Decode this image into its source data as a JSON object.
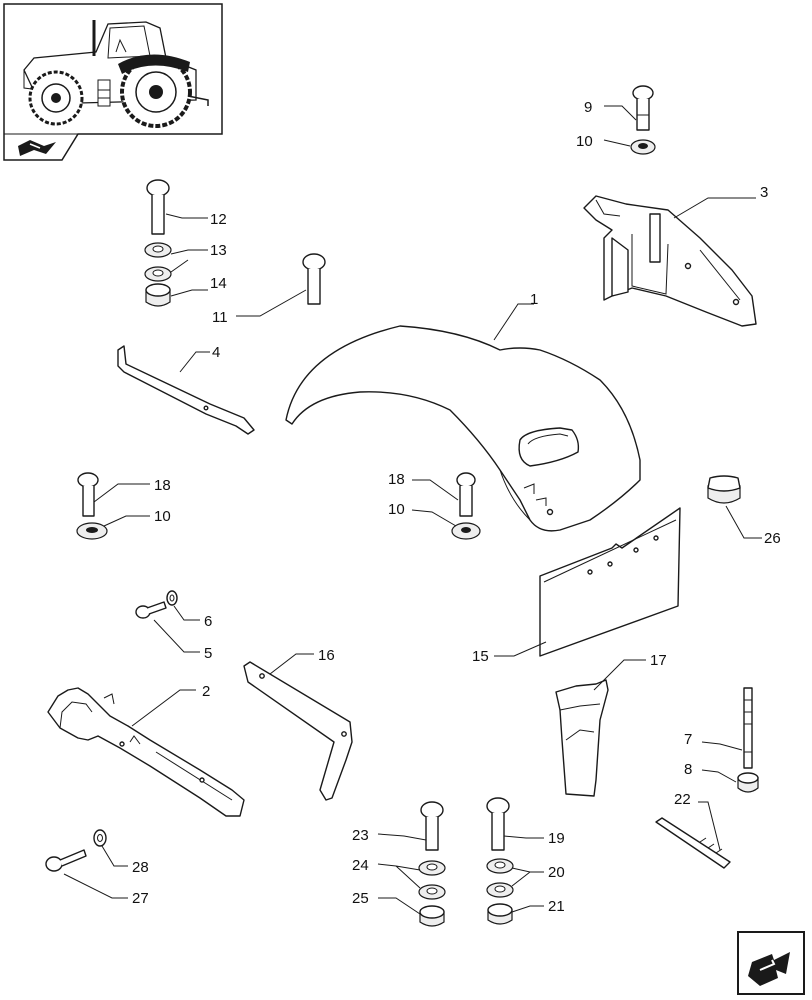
{
  "colors": {
    "line": "#1a1a1a",
    "background": "#ffffff",
    "shade": "#eeeeee"
  },
  "icons": {
    "tractor_thumbnail": "tractor-thumbnail-icon",
    "section_marker": "section-marker-icon",
    "next_page": "next-page-arrow-icon"
  },
  "callouts": {
    "c1": "1",
    "c2": "2",
    "c3": "3",
    "c4": "4",
    "c5": "5",
    "c6": "6",
    "c7": "7",
    "c8": "8",
    "c9": "9",
    "c10a": "10",
    "c10b": "10",
    "c10c": "10",
    "c11": "11",
    "c12": "12",
    "c13": "13",
    "c14": "14",
    "c15": "15",
    "c16": "16",
    "c17": "17",
    "c18a": "18",
    "c18b": "18",
    "c19": "19",
    "c20": "20",
    "c21": "21",
    "c22": "22",
    "c23": "23",
    "c24": "24",
    "c25": "25",
    "c26": "26",
    "c27": "27",
    "c28": "28"
  }
}
